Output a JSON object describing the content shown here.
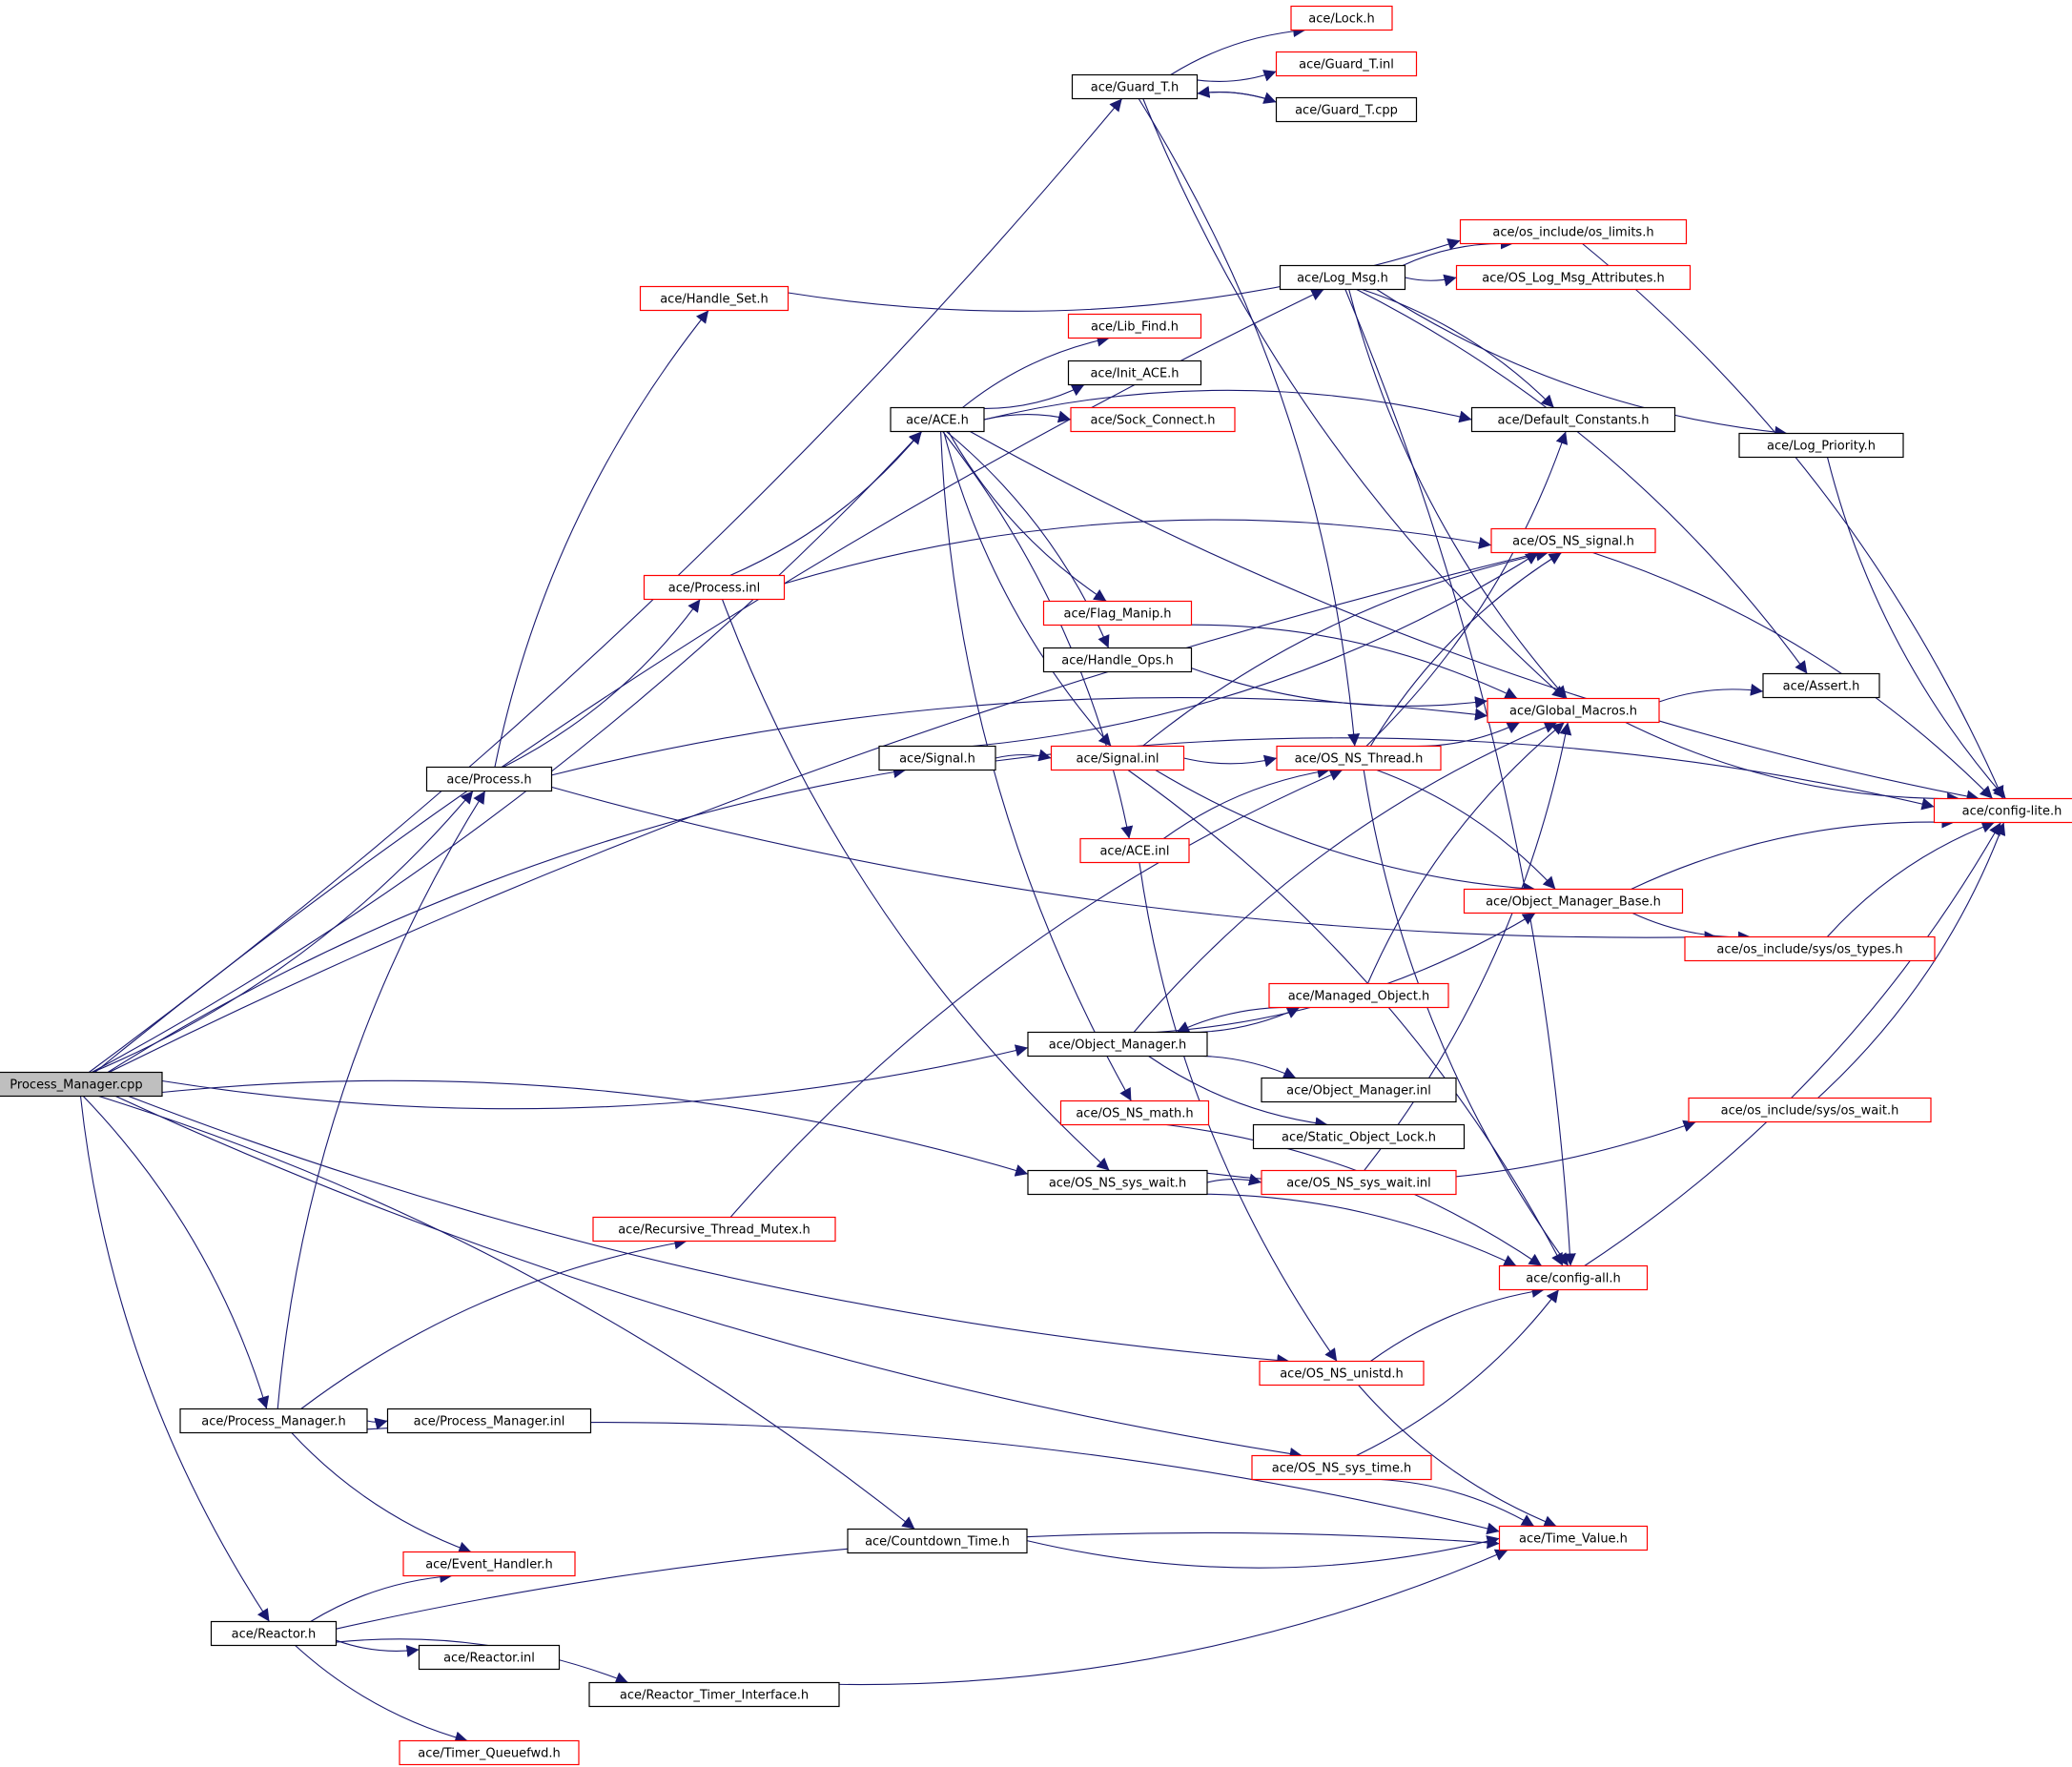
{
  "colors": {
    "edge": "#191970",
    "border_plain": "#000000",
    "border_truncated": "#ff0000",
    "root_fill": "#bfbfbf",
    "node_fill": "#ffffff"
  },
  "nodes": [
    {
      "id": "root",
      "label": "Process_Manager.cpp",
      "style": "root"
    },
    {
      "id": "guard_t_h",
      "label": "ace/Guard_T.h",
      "style": "plain"
    },
    {
      "id": "lock_h",
      "label": "ace/Lock.h",
      "style": "truncated"
    },
    {
      "id": "guard_t_inl",
      "label": "ace/Guard_T.inl",
      "style": "truncated"
    },
    {
      "id": "guard_t_cpp",
      "label": "ace/Guard_T.cpp",
      "style": "plain"
    },
    {
      "id": "os_limits",
      "label": "ace/os_include/os_limits.h",
      "style": "truncated"
    },
    {
      "id": "log_msg",
      "label": "ace/Log_Msg.h",
      "style": "plain"
    },
    {
      "id": "log_msg_attr",
      "label": "ace/OS_Log_Msg_Attributes.h",
      "style": "truncated"
    },
    {
      "id": "handle_set",
      "label": "ace/Handle_Set.h",
      "style": "truncated"
    },
    {
      "id": "lib_find",
      "label": "ace/Lib_Find.h",
      "style": "truncated"
    },
    {
      "id": "init_ace",
      "label": "ace/Init_ACE.h",
      "style": "plain"
    },
    {
      "id": "ace_h",
      "label": "ace/ACE.h",
      "style": "plain"
    },
    {
      "id": "sock_connect",
      "label": "ace/Sock_Connect.h",
      "style": "truncated"
    },
    {
      "id": "default_constants",
      "label": "ace/Default_Constants.h",
      "style": "plain"
    },
    {
      "id": "log_priority",
      "label": "ace/Log_Priority.h",
      "style": "plain"
    },
    {
      "id": "os_ns_signal",
      "label": "ace/OS_NS_signal.h",
      "style": "truncated"
    },
    {
      "id": "process_inl",
      "label": "ace/Process.inl",
      "style": "truncated"
    },
    {
      "id": "flag_manip",
      "label": "ace/Flag_Manip.h",
      "style": "truncated"
    },
    {
      "id": "handle_ops",
      "label": "ace/Handle_Ops.h",
      "style": "plain"
    },
    {
      "id": "assert_h",
      "label": "ace/Assert.h",
      "style": "plain"
    },
    {
      "id": "global_macros",
      "label": "ace/Global_Macros.h",
      "style": "truncated"
    },
    {
      "id": "process_h",
      "label": "ace/Process.h",
      "style": "plain"
    },
    {
      "id": "signal_h",
      "label": "ace/Signal.h",
      "style": "plain"
    },
    {
      "id": "signal_inl",
      "label": "ace/Signal.inl",
      "style": "truncated"
    },
    {
      "id": "os_ns_thread",
      "label": "ace/OS_NS_Thread.h",
      "style": "truncated"
    },
    {
      "id": "config_lite",
      "label": "ace/config-lite.h",
      "style": "truncated"
    },
    {
      "id": "ace_inl",
      "label": "ace/ACE.inl",
      "style": "truncated"
    },
    {
      "id": "obj_mgr_base",
      "label": "ace/Object_Manager_Base.h",
      "style": "truncated"
    },
    {
      "id": "os_types",
      "label": "ace/os_include/sys/os_types.h",
      "style": "truncated"
    },
    {
      "id": "managed_object",
      "label": "ace/Managed_Object.h",
      "style": "truncated"
    },
    {
      "id": "obj_mgr_h",
      "label": "ace/Object_Manager.h",
      "style": "plain"
    },
    {
      "id": "obj_mgr_inl",
      "label": "ace/Object_Manager.inl",
      "style": "plain"
    },
    {
      "id": "os_ns_math",
      "label": "ace/OS_NS_math.h",
      "style": "truncated"
    },
    {
      "id": "static_obj_lock",
      "label": "ace/Static_Object_Lock.h",
      "style": "plain"
    },
    {
      "id": "os_wait",
      "label": "ace/os_include/sys/os_wait.h",
      "style": "truncated"
    },
    {
      "id": "os_ns_sys_wait_h",
      "label": "ace/OS_NS_sys_wait.h",
      "style": "plain"
    },
    {
      "id": "os_ns_sys_wait_inl",
      "label": "ace/OS_NS_sys_wait.inl",
      "style": "truncated"
    },
    {
      "id": "recursive_mutex",
      "label": "ace/Recursive_Thread_Mutex.h",
      "style": "truncated"
    },
    {
      "id": "config_all",
      "label": "ace/config-all.h",
      "style": "truncated"
    },
    {
      "id": "os_ns_unistd",
      "label": "ace/OS_NS_unistd.h",
      "style": "truncated"
    },
    {
      "id": "proc_mgr_h",
      "label": "ace/Process_Manager.h",
      "style": "plain"
    },
    {
      "id": "proc_mgr_inl",
      "label": "ace/Process_Manager.inl",
      "style": "plain"
    },
    {
      "id": "os_ns_sys_time",
      "label": "ace/OS_NS_sys_time.h",
      "style": "truncated"
    },
    {
      "id": "countdown_time",
      "label": "ace/Countdown_Time.h",
      "style": "plain"
    },
    {
      "id": "time_value",
      "label": "ace/Time_Value.h",
      "style": "truncated"
    },
    {
      "id": "event_handler",
      "label": "ace/Event_Handler.h",
      "style": "truncated"
    },
    {
      "id": "reactor_h",
      "label": "ace/Reactor.h",
      "style": "plain"
    },
    {
      "id": "reactor_inl",
      "label": "ace/Reactor.inl",
      "style": "plain"
    },
    {
      "id": "reactor_timer_if",
      "label": "ace/Reactor_Timer_Interface.h",
      "style": "plain"
    },
    {
      "id": "timer_queuefwd",
      "label": "ace/Timer_Queuefwd.h",
      "style": "truncated"
    }
  ],
  "edges": [
    [
      "root",
      "guard_t_h"
    ],
    [
      "root",
      "log_msg"
    ],
    [
      "root",
      "ace_h"
    ],
    [
      "root",
      "os_ns_signal"
    ],
    [
      "root",
      "process_h"
    ],
    [
      "root",
      "signal_h"
    ],
    [
      "root",
      "obj_mgr_h"
    ],
    [
      "root",
      "os_ns_sys_wait_h"
    ],
    [
      "root",
      "os_ns_unistd"
    ],
    [
      "root",
      "proc_mgr_h"
    ],
    [
      "root",
      "os_ns_sys_time"
    ],
    [
      "root",
      "countdown_time"
    ],
    [
      "root",
      "reactor_h"
    ],
    [
      "guard_t_h",
      "lock_h"
    ],
    [
      "guard_t_h",
      "guard_t_inl"
    ],
    [
      "guard_t_h",
      "guard_t_cpp"
    ],
    [
      "guard_t_cpp",
      "guard_t_h"
    ],
    [
      "guard_t_h",
      "os_ns_thread"
    ],
    [
      "guard_t_h",
      "global_macros"
    ],
    [
      "log_msg",
      "os_limits"
    ],
    [
      "log_msg",
      "log_msg_attr"
    ],
    [
      "log_msg",
      "default_constants"
    ],
    [
      "log_msg",
      "log_priority"
    ],
    [
      "log_msg",
      "assert_h"
    ],
    [
      "log_msg",
      "global_macros"
    ],
    [
      "log_msg",
      "config_all"
    ],
    [
      "handle_set",
      "os_limits"
    ],
    [
      "ace_h",
      "lib_find"
    ],
    [
      "ace_h",
      "init_ace"
    ],
    [
      "ace_h",
      "sock_connect"
    ],
    [
      "ace_h",
      "config_lite"
    ],
    [
      "ace_h",
      "default_constants"
    ],
    [
      "ace_h",
      "flag_manip"
    ],
    [
      "ace_h",
      "handle_ops"
    ],
    [
      "ace_h",
      "signal_inl"
    ],
    [
      "ace_h",
      "ace_inl"
    ],
    [
      "ace_h",
      "os_ns_math"
    ],
    [
      "os_limits",
      "config_lite"
    ],
    [
      "log_priority",
      "config_lite"
    ],
    [
      "os_ns_signal",
      "config_lite"
    ],
    [
      "process_inl",
      "ace_h"
    ],
    [
      "process_inl",
      "os_ns_signal"
    ],
    [
      "process_inl",
      "os_ns_sys_wait_h"
    ],
    [
      "flag_manip",
      "global_macros"
    ],
    [
      "handle_ops",
      "global_macros"
    ],
    [
      "global_macros",
      "assert_h"
    ],
    [
      "global_macros",
      "config_lite"
    ],
    [
      "process_h",
      "handle_set"
    ],
    [
      "process_h",
      "process_inl"
    ],
    [
      "process_h",
      "global_macros"
    ],
    [
      "process_h",
      "os_types"
    ],
    [
      "signal_h",
      "signal_inl"
    ],
    [
      "signal_h",
      "os_ns_signal"
    ],
    [
      "signal_h",
      "config_lite"
    ],
    [
      "signal_inl",
      "os_ns_thread"
    ],
    [
      "signal_inl",
      "os_ns_signal"
    ],
    [
      "signal_inl",
      "obj_mgr_base"
    ],
    [
      "signal_inl",
      "config_all"
    ],
    [
      "os_ns_thread",
      "global_macros"
    ],
    [
      "os_ns_thread",
      "os_ns_signal"
    ],
    [
      "os_ns_thread",
      "default_constants"
    ],
    [
      "os_ns_thread",
      "obj_mgr_base"
    ],
    [
      "os_ns_thread",
      "config_all"
    ],
    [
      "ace_inl",
      "os_ns_thread"
    ],
    [
      "ace_inl",
      "os_ns_unistd"
    ],
    [
      "obj_mgr_base",
      "config_lite"
    ],
    [
      "obj_mgr_base",
      "os_types"
    ],
    [
      "os_types",
      "config_lite"
    ],
    [
      "managed_object",
      "obj_mgr_h"
    ],
    [
      "managed_object",
      "global_macros"
    ],
    [
      "obj_mgr_h",
      "managed_object"
    ],
    [
      "obj_mgr_h",
      "global_macros"
    ],
    [
      "obj_mgr_h",
      "obj_mgr_base"
    ],
    [
      "obj_mgr_h",
      "obj_mgr_inl"
    ],
    [
      "obj_mgr_h",
      "static_obj_lock"
    ],
    [
      "os_ns_math",
      "config_all"
    ],
    [
      "os_wait",
      "config_lite"
    ],
    [
      "os_ns_sys_wait_h",
      "os_ns_sys_wait_inl"
    ],
    [
      "os_ns_sys_wait_h",
      "os_wait"
    ],
    [
      "os_ns_sys_wait_h",
      "config_all"
    ],
    [
      "os_ns_sys_wait_inl",
      "global_macros"
    ],
    [
      "recursive_mutex",
      "os_ns_thread"
    ],
    [
      "config_all",
      "config_lite"
    ],
    [
      "os_ns_unistd",
      "config_all"
    ],
    [
      "os_ns_unistd",
      "time_value"
    ],
    [
      "proc_mgr_h",
      "process_h"
    ],
    [
      "proc_mgr_h",
      "proc_mgr_inl"
    ],
    [
      "proc_mgr_h",
      "recursive_mutex"
    ],
    [
      "proc_mgr_h",
      "event_handler"
    ],
    [
      "proc_mgr_h",
      "time_value"
    ],
    [
      "os_ns_sys_time",
      "config_all"
    ],
    [
      "os_ns_sys_time",
      "time_value"
    ],
    [
      "countdown_time",
      "time_value"
    ],
    [
      "reactor_h",
      "event_handler"
    ],
    [
      "reactor_h",
      "reactor_inl"
    ],
    [
      "reactor_h",
      "reactor_timer_if"
    ],
    [
      "reactor_h",
      "timer_queuefwd"
    ],
    [
      "reactor_h",
      "time_value"
    ],
    [
      "reactor_timer_if",
      "time_value"
    ]
  ]
}
